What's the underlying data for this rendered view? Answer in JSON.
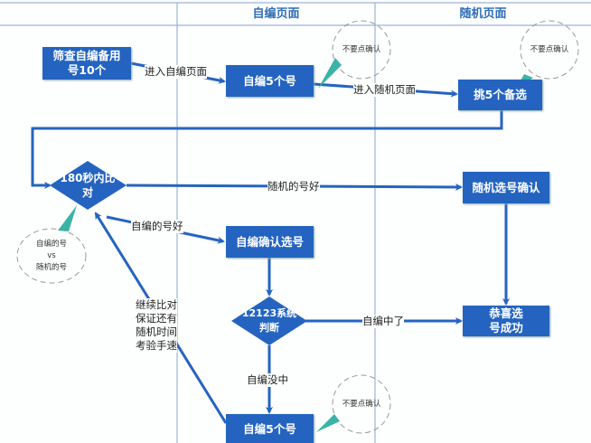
{
  "lanes": {
    "self_page": "自编页面",
    "random_page": "随机页面"
  },
  "nodes": {
    "screen_backup": "筛查自编备用号10个",
    "self_pick_5_top": "自编5个号",
    "pick_5_alternates": "挑5个备选",
    "compare_180s": "180秒内比对",
    "random_confirm": "随机选号确认",
    "self_confirm": "自编确认选号",
    "system_judge": "12123系统判断",
    "success": "恭喜选号成功",
    "self_pick_5_bottom": "自编5个号"
  },
  "edges": {
    "enter_self_page": "进入自编页面",
    "enter_random_page": "进入随机页面",
    "random_better": "随机的号好",
    "self_better": "自编的号好",
    "self_won": "自编中了",
    "self_lost": "自编没中",
    "continue_compare": "继续比对\n保证还有\n随机时间\n考验手速"
  },
  "notes": {
    "no_confirm_1": "不要点确认",
    "no_confirm_2": "不要点确认",
    "no_confirm_3": "不要点确认",
    "compare_note": "自编的号\nvs\n随机的号"
  },
  "colors": {
    "node": "#2464c0",
    "callout_tail": "#3bb3a6",
    "lane_line": "#9bb4d6"
  }
}
